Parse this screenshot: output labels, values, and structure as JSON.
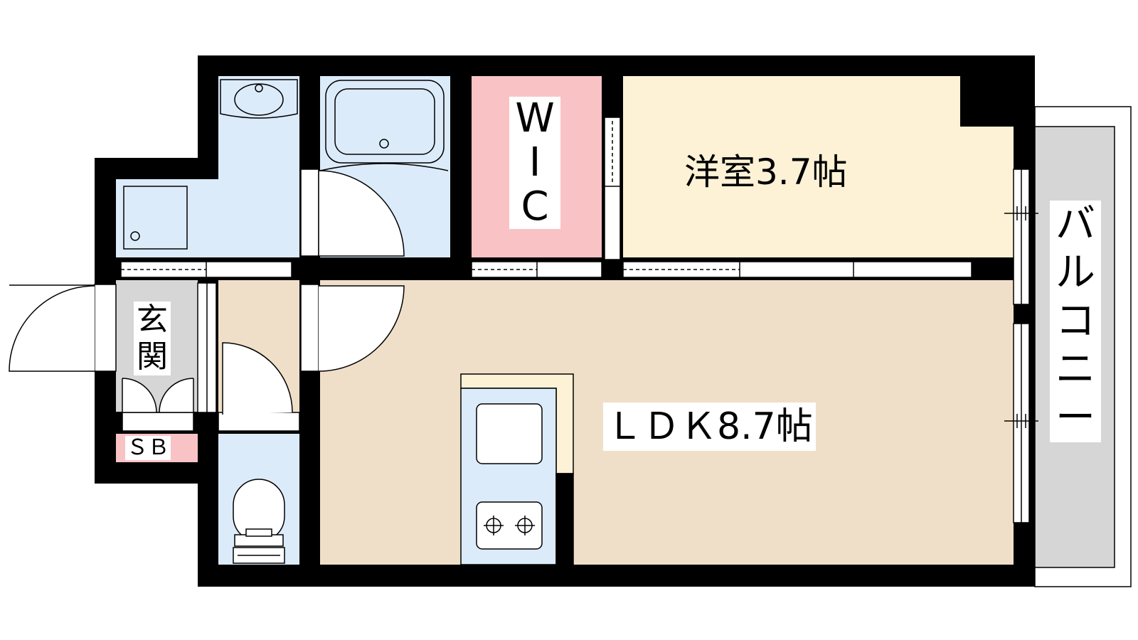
{
  "rooms": {
    "western_room": {
      "label": "洋室3.7帖",
      "fill": "#fdf2d6"
    },
    "ldk": {
      "label": "ＬＤＫ8.7帖",
      "fill": "#f0dfc8"
    },
    "wic": {
      "chars": [
        "W",
        "I",
        "C"
      ],
      "fill": "#f9c3c6"
    },
    "entrance": {
      "chars": [
        "玄",
        "関"
      ],
      "fill": "#d6d6d6"
    },
    "shoe_box": {
      "label": "ＳＢ",
      "fill": "#f9c3c6"
    },
    "balcony": {
      "chars": [
        "バ",
        "ル",
        "コ",
        "ニ",
        "ー"
      ],
      "fill": "#d6d6d6"
    },
    "wet_area": {
      "fill": "#dcebfa"
    }
  },
  "colors": {
    "wall": "#000000",
    "line": "#000000"
  },
  "icons": [
    "washbasin-icon",
    "bathtub-icon",
    "washing-machine-icon",
    "toilet-icon",
    "sink-icon",
    "stove-icon"
  ]
}
